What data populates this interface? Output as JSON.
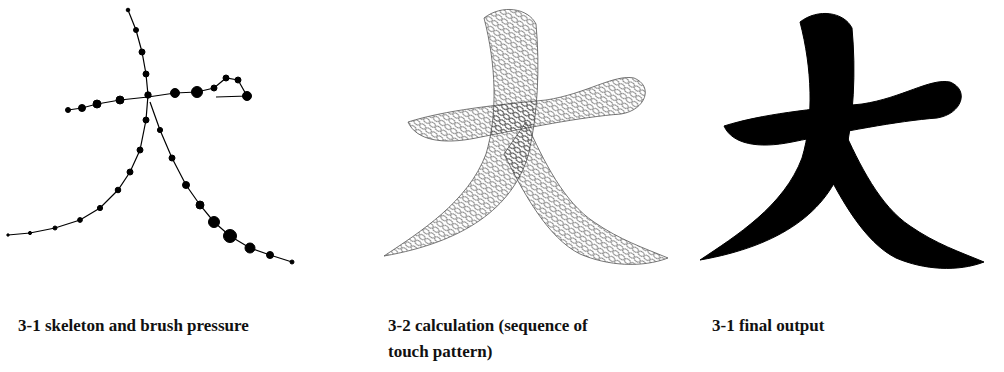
{
  "diagram": {
    "labels": [
      "3-1 skeleton and brush pressure",
      "3-2 calculation (sequence of touch pattern)",
      "3-1 final output"
    ]
  }
}
